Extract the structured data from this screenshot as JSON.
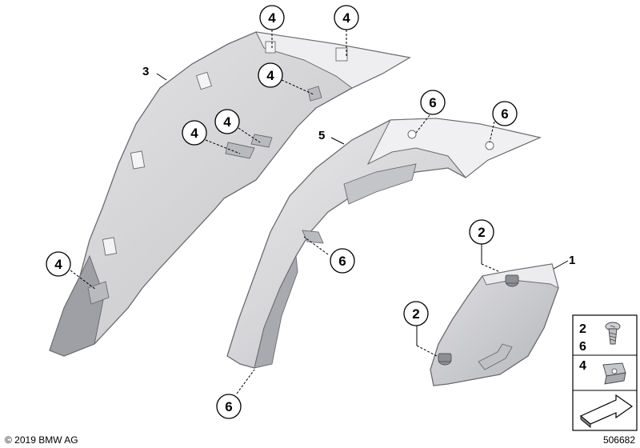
{
  "colors": {
    "part_fill": "#d3d3d6",
    "part_fill_dark": "#a8a9ae",
    "part_fill_light": "#e8e8ea",
    "outline": "#6b6b70",
    "callout_stroke": "#000000"
  },
  "parts": {
    "part3": {
      "label": "3"
    },
    "part5": {
      "label": "5"
    },
    "part1": {
      "label": "1"
    }
  },
  "callouts": {
    "c4_top_left": "4",
    "c4_top_right": "4",
    "c4_mid": "4",
    "c4_inner_upper": "4",
    "c4_inner_left": "4",
    "c4_bottom_left": "4",
    "c6_top": "6",
    "c6_right": "6",
    "c6_mid": "6",
    "c6_bottom": "6",
    "c2_upper": "2",
    "c2_lower": "2"
  },
  "legend": {
    "row1_top": "2",
    "row1_bottom": "6",
    "row2": "4",
    "row1_icon": "screw-icon",
    "row2_icon": "clip-nut-icon",
    "row3_icon": "arrow-icon"
  },
  "footer": {
    "copyright": "© 2019 BMW AG",
    "diagram_number": "506682"
  }
}
